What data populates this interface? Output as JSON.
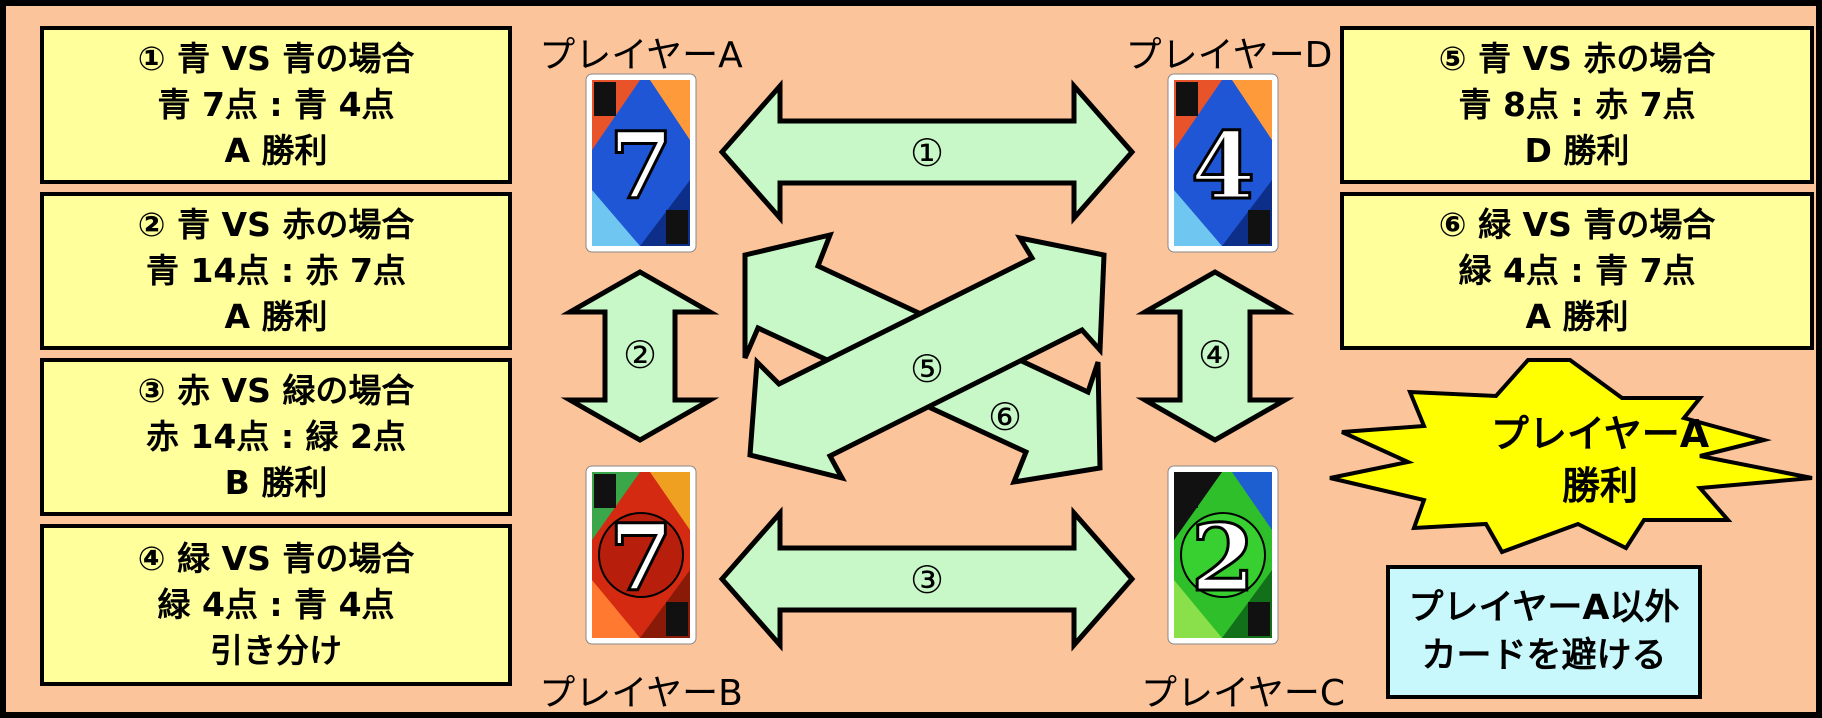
{
  "result_boxes": [
    {
      "line1": "① 青 VS 青の場合",
      "line2": "青 7点 : 青 4点",
      "line3": "A 勝利"
    },
    {
      "line1": "② 青 VS 赤の場合",
      "line2": "青 14点 : 赤 7点",
      "line3": "A 勝利"
    },
    {
      "line1": "③ 赤 VS 緑の場合",
      "line2": "赤 14点 : 緑 2点",
      "line3": "B 勝利"
    },
    {
      "line1": "④ 緑 VS 青の場合",
      "line2": "緑 4点 : 青 4点",
      "line3": "引き分け"
    },
    {
      "line1": "⑤ 青 VS 赤の場合",
      "line2": "青 8点 : 赤 7点",
      "line3": "D 勝利"
    },
    {
      "line1": "⑥ 緑 VS 青の場合",
      "line2": "緑 4点 : 青 7点",
      "line3": "A 勝利"
    }
  ],
  "players": {
    "a": {
      "label": "プレイヤーA",
      "card_number": "7",
      "card_color": "blue"
    },
    "b": {
      "label": "プレイヤーB",
      "card_number": "7",
      "card_color": "red"
    },
    "c": {
      "label": "プレイヤーC",
      "card_number": "2",
      "card_color": "green"
    },
    "d": {
      "label": "プレイヤーD",
      "card_number": "4",
      "card_color": "blue"
    }
  },
  "arrows": {
    "a_d": "①",
    "a_b": "②",
    "b_c": "③",
    "d_c": "④",
    "diag_b_d": "⑤",
    "diag_a_c": "⑥"
  },
  "winner": {
    "line1": "プレイヤーA",
    "line2": "勝利"
  },
  "note": {
    "line1": "プレイヤーA以外",
    "line2": "カードを避ける"
  },
  "colors": {
    "background": "#fcc49a",
    "result_box": "#ffff9c",
    "arrow": "#c8f7c8",
    "burst": "#ffff00",
    "note_box": "#c8f8fc",
    "card_blue": "#1f56d6",
    "card_red": "#d42a12",
    "card_green": "#2fbf2a"
  }
}
